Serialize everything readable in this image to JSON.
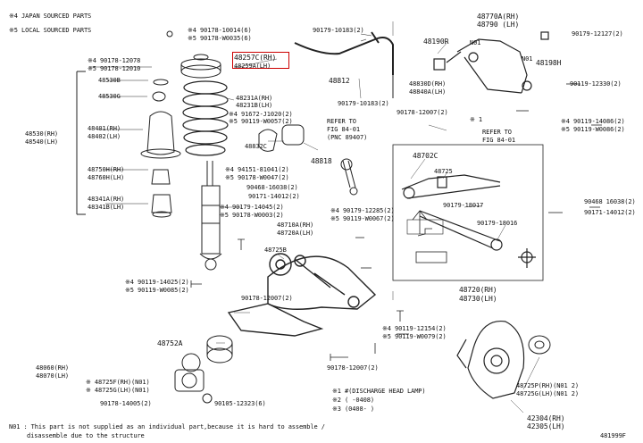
{
  "legend": {
    "japan": "※4 JAPAN SOURCED PARTS",
    "local": "※5 LOCAL SOURCED PARTS"
  },
  "highlight_part": "48257C(RH)",
  "labels": {
    "p1": "※4 90178-12078",
    "p2": "※5 90178-12010",
    "p3": "48530B",
    "p4": "48530G",
    "p5": "48530(RH)",
    "p6": "48540(LH)",
    "p7": "48401(RH)",
    "p8": "48402(LH)",
    "p9": "48750H(RH)",
    "p10": "48760H(LH)",
    "p11": "48341A(RH)",
    "p12": "48341B(LH)",
    "p13": "※4 90178-10014(6)",
    "p14": "※5 90178-W0035(6)",
    "p15": "48257C(RH)",
    "p16": "48259A(LH)",
    "p17": "48231A(RH)",
    "p18": "48231B(LH)",
    "p19": "※4 91672-J1020(2)",
    "p20": "※5 90119-W0057(2)",
    "p21": "48832C",
    "p22": "※4 94151-81041(2)",
    "p23": "※5 90178-W0047(2)",
    "p24": "90468-16038(2)",
    "p25": "90171-14012(2)",
    "p26": "※4 90179-14045(2)",
    "p27": "※5 90178-W0003(2)",
    "p28": "48710A(RH)",
    "p29": "48720A(LH)",
    "p30": "48725B",
    "p31": "※4 90119-14025(2)",
    "p32": "※5 90119-W0085(2)",
    "p33": "90178-12007(2)",
    "p34": "48752A",
    "p35": "48060(RH)",
    "p36": "48070(LH)",
    "p37": "※ 48725F(RH)(N01)",
    "p38": "※ 48725G(LH)(N01)",
    "p39": "90178-14005(2)",
    "p40": "90105-12323(6)",
    "p41": "90179-10183(2)",
    "p42": "48812",
    "p43": "48818",
    "p44": "90179-10183(2)",
    "p45": "REFER TO",
    "p46": "FIG 84-01",
    "p47": "(PNC 89407)",
    "p48": "48190R",
    "p49": "48770A(RH)",
    "p50": "48790 (LH)",
    "p51": "N01",
    "p52": "N01",
    "p53": "48198H",
    "p54": "90179-12127(2)",
    "p55": "48830D(RH)",
    "p56": "48840A(LH)",
    "p57": "90119-12330(2)",
    "p58": "90178-12007(2)",
    "p59": "※ 1",
    "p60": "REFER TO",
    "p61": "FIG 84-01",
    "p62": "※4 90119-14086(2)",
    "p63": "※5 90119-W0086(2)",
    "p64": "48702C",
    "p65": "48725",
    "p66": "90179-18017",
    "p67": "90179-18016",
    "p68": "90468 16038(2)",
    "p69": "90171-14012(2)",
    "p70": "※4 90179-12285(2)",
    "p71": "※5 90119-W0067(2)",
    "p72": "48720(RH)",
    "p73": "48730(LH)",
    "p74": "※4 90119-12154(2)",
    "p75": "※5 90119-W0079(2)",
    "p76": "90178-12007(2)",
    "p77": "48725P(RH)(N01 2)",
    "p78": "48725G(LH)(N01 2)",
    "p79": "42304(RH)",
    "p80": "42305(LH)"
  },
  "notes_table": {
    "rows": [
      {
        "mark": "※1",
        "text": "#(DISCHARGE HEAD LAMP)"
      },
      {
        "mark": "※2",
        "text": "( -0408)"
      },
      {
        "mark": "※3",
        "text": "(0408- )"
      }
    ]
  },
  "footnote": {
    "line1": "N01 : This part is not supplied as an individual part,because it is hard to assemble /",
    "line2": "disassemble due to the structure"
  },
  "figure_id": "481999F"
}
